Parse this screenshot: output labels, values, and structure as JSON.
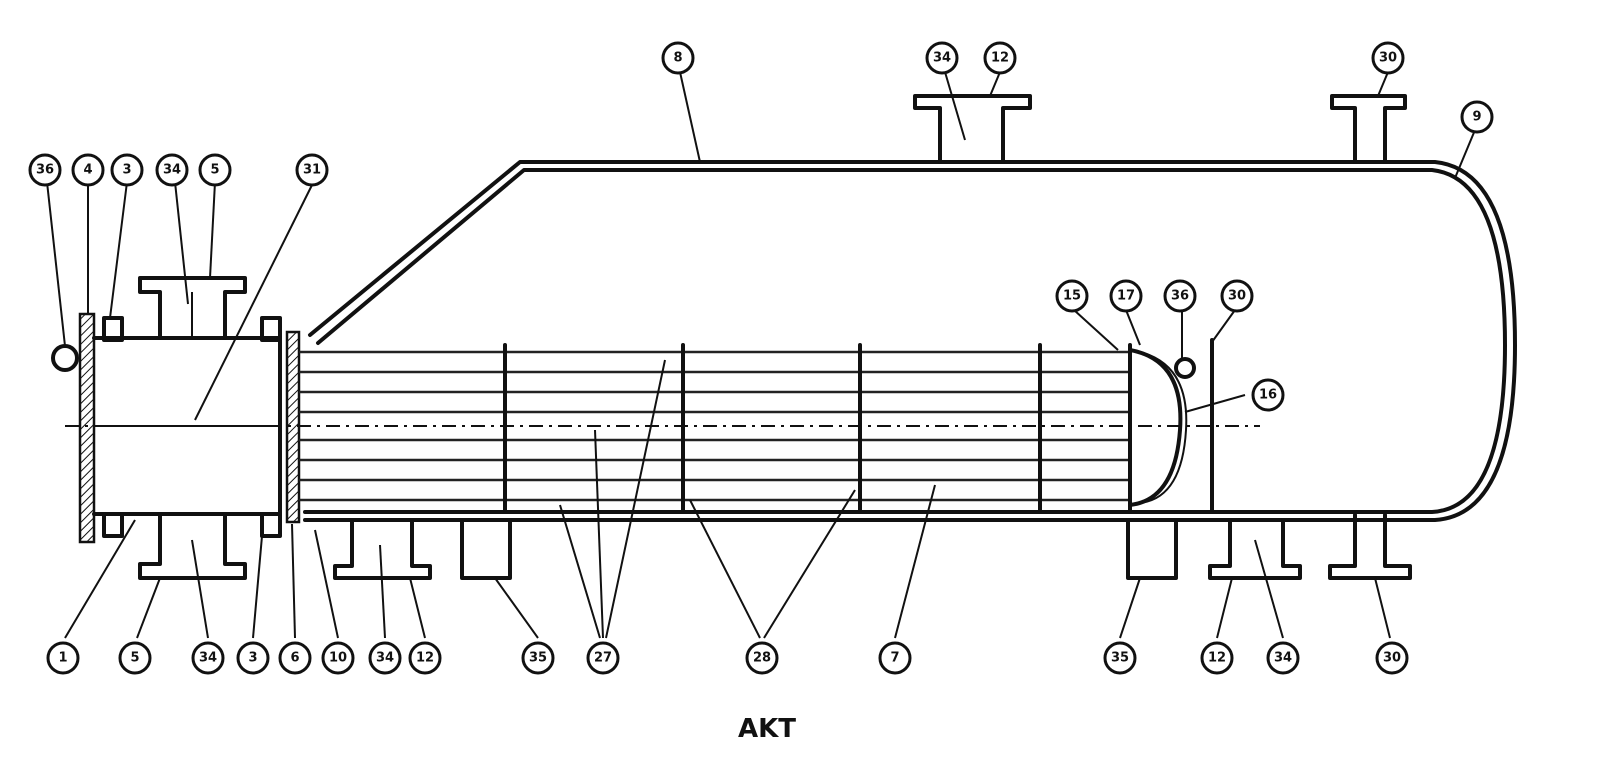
{
  "diagram": {
    "title": "AKT",
    "callouts": [
      "36",
      "4",
      "3",
      "34",
      "5",
      "31",
      "8",
      "34",
      "12",
      "30",
      "9",
      "15",
      "17",
      "36",
      "30",
      "16",
      "1",
      "5",
      "34",
      "3",
      "6",
      "10",
      "34",
      "12",
      "35",
      "27",
      "28",
      "7",
      "35",
      "12",
      "34",
      "30"
    ]
  }
}
